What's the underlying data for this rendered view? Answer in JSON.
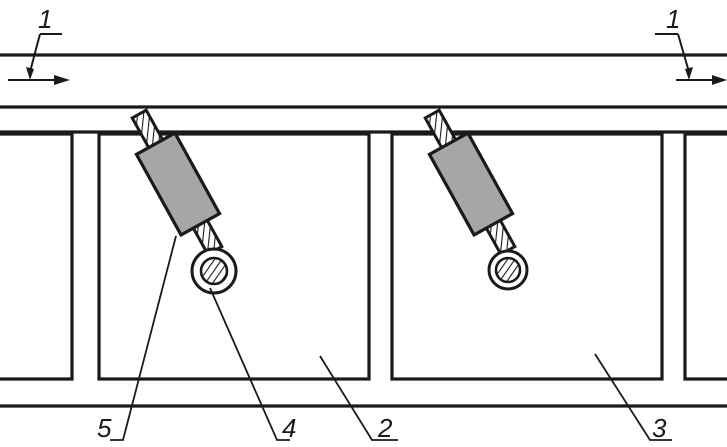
{
  "labels": {
    "section_left": "1",
    "section_right": "1",
    "item_2": "2",
    "item_3": "3",
    "item_4": "4",
    "item_5": "5"
  },
  "colors": {
    "line": "#1a1a1a",
    "sleeve_fill": "#a6a6a6",
    "background": "#ffffff"
  }
}
